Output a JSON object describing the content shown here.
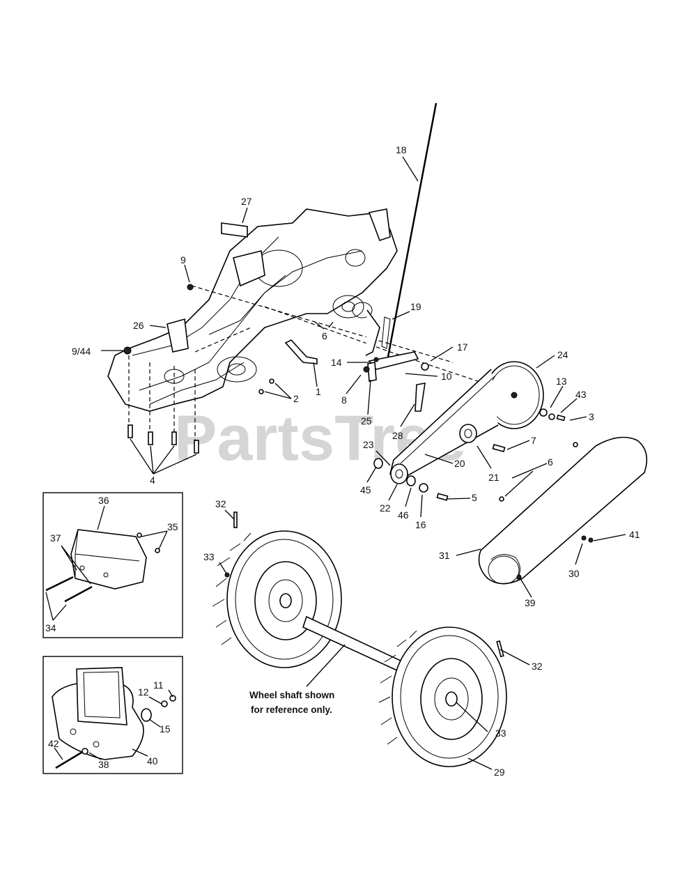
{
  "watermark": "PartsTree",
  "note": {
    "line1": "Wheel shaft shown",
    "line2": "for reference only."
  },
  "callouts": {
    "c18": "18",
    "c27": "27",
    "c9": "9",
    "c19": "19",
    "c26": "26",
    "c6a": "6",
    "c9_44": "9/44",
    "c17": "17",
    "c14": "14",
    "c24": "24",
    "c10": "10",
    "c1": "1",
    "c2": "2",
    "c8": "8",
    "c13": "13",
    "c43": "43",
    "c3": "3",
    "c25": "25",
    "c28": "28",
    "c7": "7",
    "c23": "23",
    "c20": "20",
    "c21": "21",
    "c6b": "6",
    "c4": "4",
    "c45": "45",
    "c22": "22",
    "c46": "46",
    "c16": "16",
    "c5": "5",
    "c36": "36",
    "c32a": "32",
    "c35": "35",
    "c37": "37",
    "c33a": "33",
    "c41": "41",
    "c31": "31",
    "c30": "30",
    "c39": "39",
    "c34": "34",
    "c32b": "32",
    "c11": "11",
    "c12": "12",
    "c15": "15",
    "c33b": "33",
    "c42": "42",
    "c38": "38",
    "c40": "40",
    "c29": "29"
  }
}
